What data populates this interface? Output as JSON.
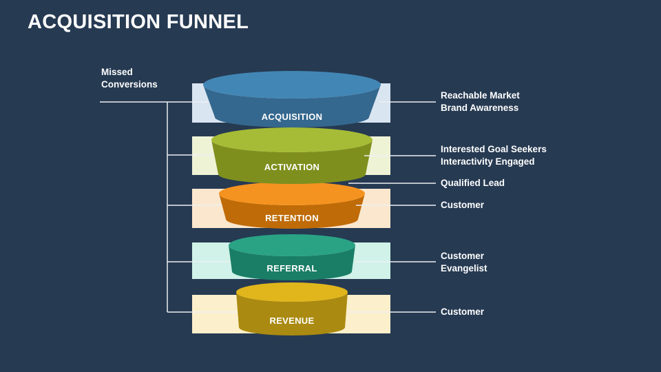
{
  "slide": {
    "title": "ACQUISITION FUNNEL",
    "background_color": "#263A52",
    "text_color": "#FFFFFF",
    "connector_line_color": "#EDF0F3"
  },
  "funnel": {
    "stages": [
      {
        "label": "ACQUISITION",
        "top_color": "#4286B5",
        "body_color": "#35688E",
        "band_color": "#D9E5F1"
      },
      {
        "label": "ACTIVATION",
        "top_color": "#A6BC36",
        "body_color": "#7F8F1E",
        "band_color": "#EFF3D6"
      },
      {
        "label": "RETENTION",
        "top_color": "#F59320",
        "body_color": "#BF6B07",
        "band_color": "#FBE7CD"
      },
      {
        "label": "REFERRAL",
        "top_color": "#2AA385",
        "body_color": "#1A7E66",
        "band_color": "#D0F2E8"
      },
      {
        "label": "REVENUE",
        "top_color": "#E0B61C",
        "body_color": "#AA8A10",
        "band_color": "#FCEFCB"
      }
    ]
  },
  "annotations": {
    "left": {
      "lines": [
        "Missed",
        "Conversions"
      ]
    },
    "right": [
      {
        "lines": [
          "Reachable Market",
          "Brand Awareness"
        ]
      },
      {
        "lines": [
          "Interested Goal Seekers",
          "Interactivity Engaged"
        ]
      },
      {
        "lines": [
          "Qualified Lead"
        ]
      },
      {
        "lines": [
          "Customer"
        ]
      },
      {
        "lines": [
          "Customer",
          "Evangelist"
        ]
      },
      {
        "lines": [
          "Customer"
        ]
      }
    ]
  }
}
